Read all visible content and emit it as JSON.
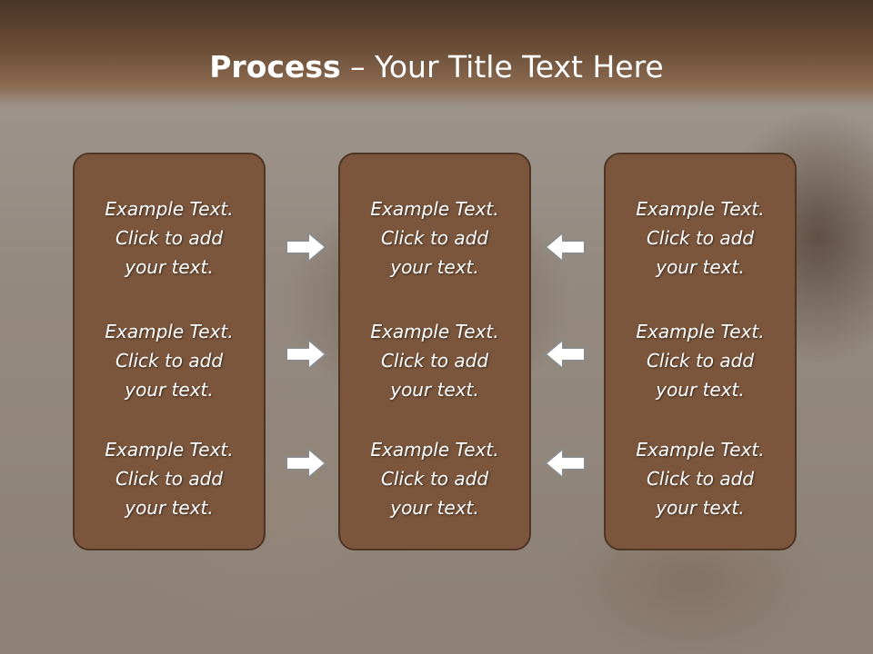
{
  "title": {
    "bold": "Process",
    "rest": " – Your Title Text Here"
  },
  "panels": [
    {
      "items": [
        {
          "line1": "Example Text.",
          "line2": "Click  to add",
          "line3": "your text."
        },
        {
          "line1": "Example Text.",
          "line2": "Click  to add",
          "line3": "your text."
        },
        {
          "line1": "Example Text.",
          "line2": "Click  to add",
          "line3": "your text."
        }
      ]
    },
    {
      "items": [
        {
          "line1": "Example Text.",
          "line2": "Click  to add",
          "line3": "your text."
        },
        {
          "line1": "Example Text.",
          "line2": "Click  to add",
          "line3": "your text."
        },
        {
          "line1": "Example Text.",
          "line2": "Click  to add",
          "line3": "your text."
        }
      ]
    },
    {
      "items": [
        {
          "line1": "Example Text.",
          "line2": "Click  to add",
          "line3": "your text."
        },
        {
          "line1": "Example Text.",
          "line2": "Click  to add",
          "line3": "your text."
        },
        {
          "line1": "Example Text.",
          "line2": "Click  to add",
          "line3": "your text."
        }
      ]
    }
  ],
  "arrows": {
    "left_column": "right-arrow-icon",
    "right_column": "left-arrow-icon"
  },
  "colors": {
    "panel": "#7b563c",
    "panel_border": "#4e3525",
    "title_bar": "#6b4d37",
    "text": "#ffffff",
    "arrow_fill": "#ffffff",
    "arrow_stroke": "#8a8a8a"
  }
}
